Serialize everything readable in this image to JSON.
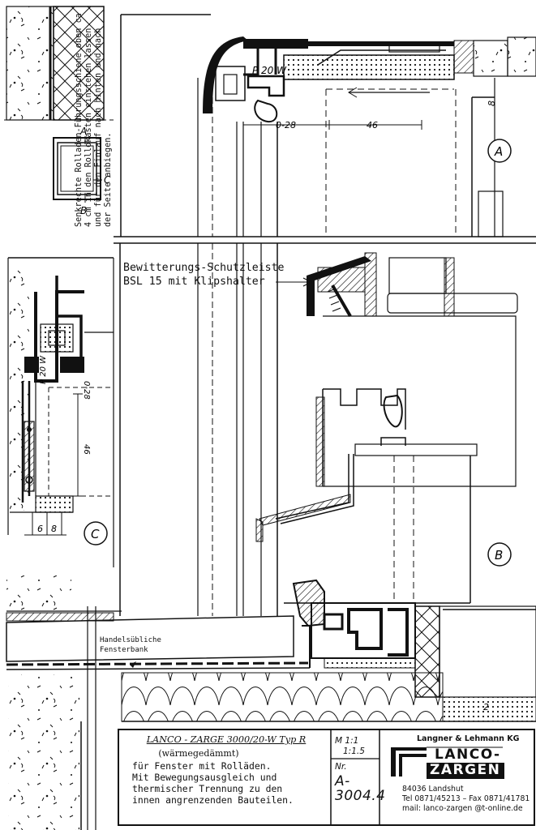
{
  "drawing": {
    "section_labels": [
      "A",
      "B",
      "C"
    ],
    "profile_label": "P 20 W",
    "profile_label_side": "P 20 W",
    "key_labels": [
      "A",
      "B",
      "C"
    ],
    "dimensions": {
      "top_range": "0-28",
      "top_depth": "46",
      "side_range": "0-28",
      "side_depth": "46",
      "bottom_a": "6",
      "bottom_b": "8",
      "frame_right": "8",
      "sill_right": "2"
    },
    "note_lines": [
      "Senkrechte Rolladen-Führungsschiene oben ca",
      "4 cm in den Rollokasten einstehen lassen",
      "und für den Einlauf nach hinten und nach",
      "der Seite anbiegen."
    ],
    "bsl_lines": [
      "Bewitterungs-Schutzleiste",
      "BSL 15 mit Klipshalter"
    ],
    "sill_lines": [
      "Handelsübliche",
      "Fensterbank"
    ]
  },
  "title_block": {
    "product": "LANCO - ZARGE 3000/20-W Typ R",
    "insulation": "(wärmegedämmt)",
    "description_lines": [
      "für Fenster mit Rolläden.",
      "Mit Bewegungsausgleich und",
      "thermischer Trennung zu den",
      "innen angrenzenden Bauteilen."
    ],
    "scale_lines": [
      "M 1:1",
      "1:1.5"
    ],
    "number_label": "Nr.",
    "number_lines": [
      "A-",
      "3004.4"
    ]
  },
  "company": {
    "name": "Langner & Lehmann KG",
    "logo_lines": [
      "LANCO-",
      "ZARGEN"
    ],
    "address_lines": [
      "84036 Landshut",
      "Tel 0871/45213 – Fax 0871/41781",
      "mail: lanco-zargen @t-online.de"
    ]
  }
}
